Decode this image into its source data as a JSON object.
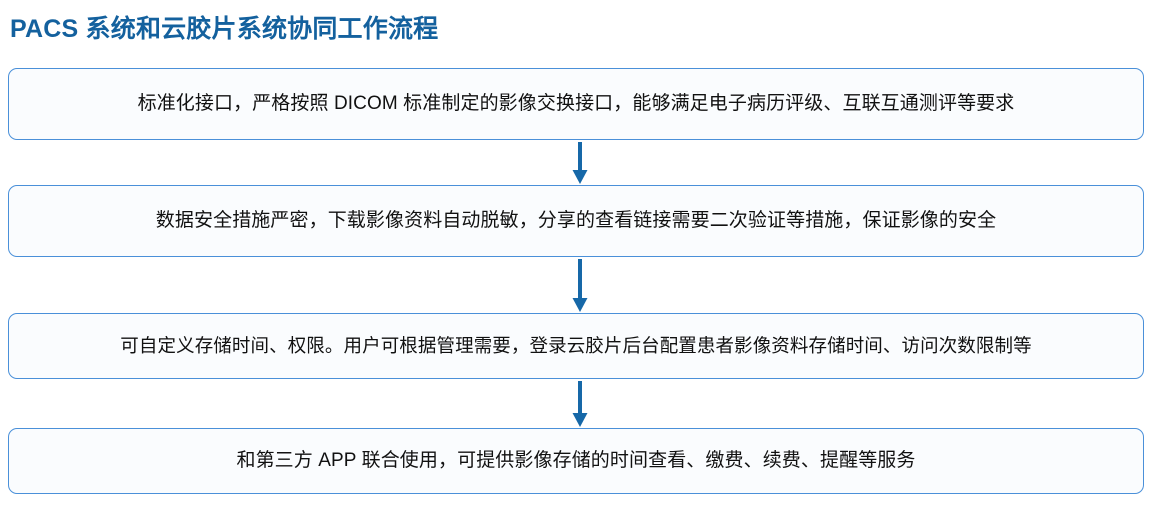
{
  "page": {
    "title": "PACS 系统和云胶片系统协同工作流程",
    "title_color": "#14619E",
    "background_color": "#FFFFFF"
  },
  "flowchart": {
    "type": "vertical-flow",
    "accent_color": "#1668A8",
    "box_border_color": "#4A90D9",
    "box_fill_color": "#FAFCFE",
    "steps": [
      {
        "index": 1,
        "text": "标准化接口，严格按照 DICOM 标准制定的影像交换接口，能够满足电子病历评级、互联互通测评等要求"
      },
      {
        "index": 2,
        "text": "数据安全措施严密，下载影像资料自动脱敏，分享的查看链接需要二次验证等措施，保证影像的安全"
      },
      {
        "index": 3,
        "text": "可自定义存储时间、权限。用户可根据管理需要，登录云胶片后台配置患者影像资料存储时间、访问次数限制等"
      },
      {
        "index": 4,
        "text": "和第三方 APP 联合使用，可提供影像存储的时间查看、缴费、续费、提醒等服务"
      }
    ],
    "connectors": [
      {
        "index": 1,
        "icon": "down-arrow-icon",
        "from_step": 1,
        "to_step": 2
      },
      {
        "index": 2,
        "icon": "down-arrow-icon",
        "from_step": 2,
        "to_step": 3
      },
      {
        "index": 3,
        "icon": "down-arrow-icon",
        "from_step": 3,
        "to_step": 4
      }
    ]
  }
}
